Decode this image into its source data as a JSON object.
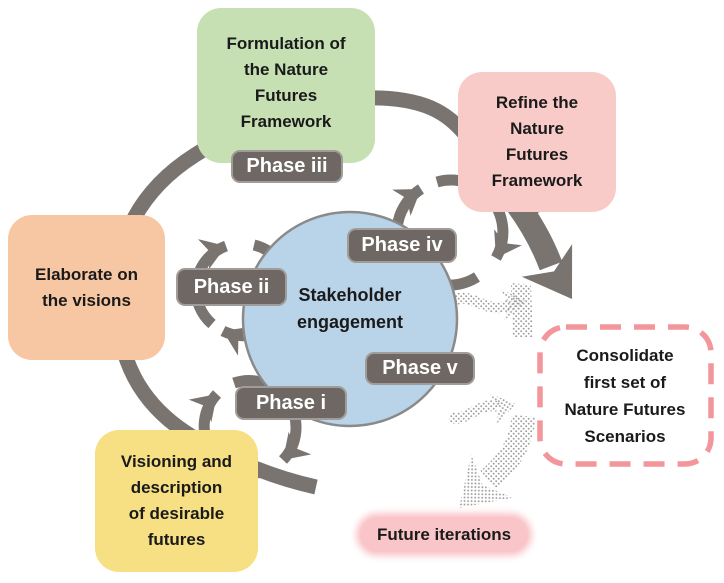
{
  "diagram": {
    "center": {
      "line1": "Stakeholder",
      "line2": "engagement"
    },
    "phases": {
      "i": {
        "label": "Phase i"
      },
      "ii": {
        "label": "Phase ii"
      },
      "iii": {
        "label": "Phase iii"
      },
      "iv": {
        "label": "Phase iv"
      },
      "v": {
        "label": "Phase v"
      }
    },
    "boxes": {
      "formulation": {
        "lines": [
          "Formulation of",
          "the Nature",
          "Futures",
          "Framework"
        ]
      },
      "refine": {
        "lines": [
          "Refine the",
          "Nature",
          "Futures",
          "Framework"
        ]
      },
      "elaborate": {
        "lines": [
          "Elaborate on",
          "the visions"
        ]
      },
      "visioning": {
        "lines": [
          "Visioning and",
          "description",
          "of desirable",
          "futures"
        ]
      },
      "consolidate": {
        "lines": [
          "Consolidate",
          "first set of",
          "Nature Futures",
          "Scenarios"
        ]
      }
    },
    "future_iterations": {
      "label": "Future iterations"
    }
  },
  "colors": {
    "green": "#c6e0b4",
    "pink": "#f8cbc8",
    "orange": "#f6c7a2",
    "yellow": "#f6e083",
    "blue": "#b9d3e8",
    "label": "#6e6763",
    "arrow": "#7a7470",
    "dashed": "#f2969c",
    "pill": "#fac5c9",
    "hatch": "#9e9e9e",
    "ink": "#1a1a1a",
    "circle_border": "#8a8a8a"
  }
}
